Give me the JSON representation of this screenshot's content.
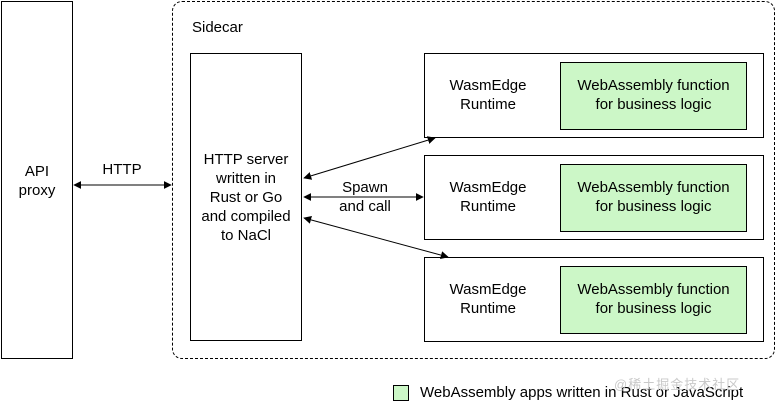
{
  "api_proxy": {
    "line1": "API",
    "line2": "proxy"
  },
  "http_label": "HTTP",
  "sidecar": {
    "title": "Sidecar"
  },
  "http_server": {
    "lines": [
      "HTTP server",
      "written in",
      "Rust or Go",
      "and compiled",
      "to NaCl"
    ]
  },
  "spawn_label": {
    "line1": "Spawn",
    "line2": "and call"
  },
  "runtimes": [
    {
      "line1": "WasmEdge",
      "line2": "Runtime",
      "fn_line1": "WebAssembly function",
      "fn_line2": "for business logic"
    },
    {
      "line1": "WasmEdge",
      "line2": "Runtime",
      "fn_line1": "WebAssembly function",
      "fn_line2": "for business logic"
    },
    {
      "line1": "WasmEdge",
      "line2": "Runtime",
      "fn_line1": "WebAssembly function",
      "fn_line2": "for business logic"
    }
  ],
  "legend": {
    "text": "WebAssembly apps written in Rust or JavaScript",
    "swatch_color": "#ccf7c7"
  },
  "watermark": "@稀土掘金技术社区"
}
